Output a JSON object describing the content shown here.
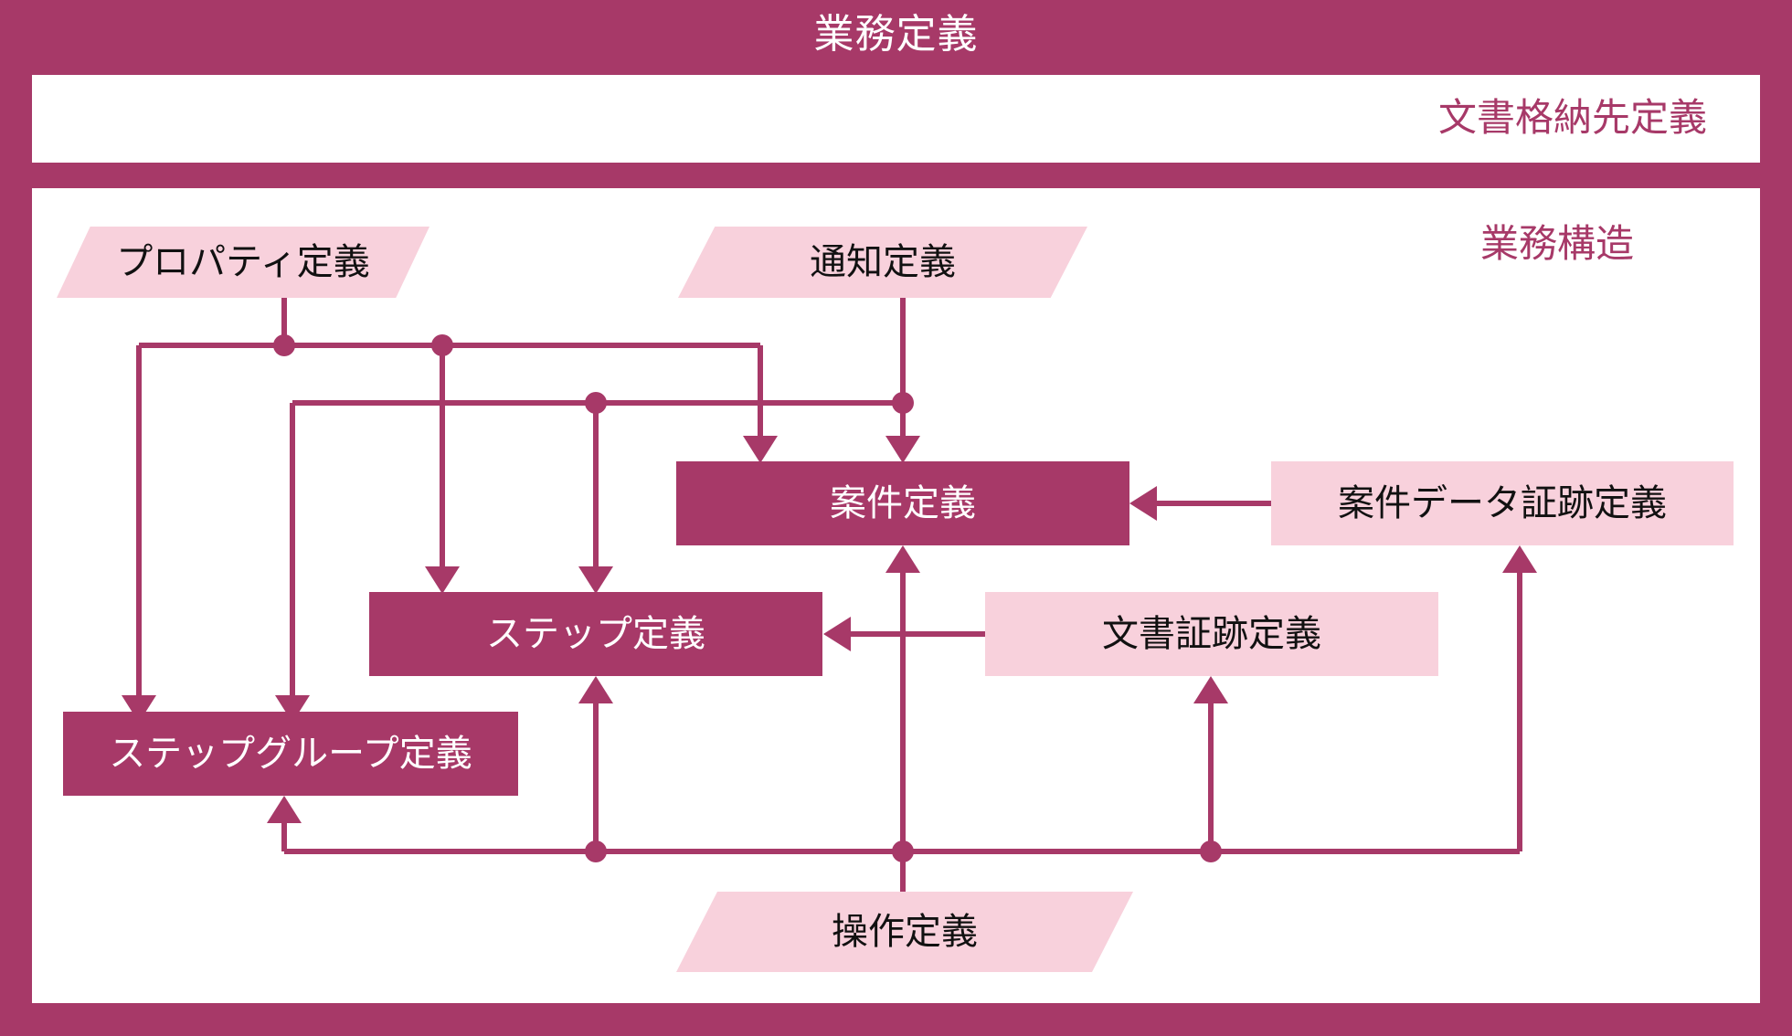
{
  "frame": {
    "title": "業務定義",
    "frame_color": "#A73968",
    "panel_color": "#FFFFFF"
  },
  "panels": {
    "storage": {
      "label": "文書格納先定義",
      "label_color": "#A73968"
    },
    "structure": {
      "label": "業務構造",
      "label_color": "#A73968"
    }
  },
  "nodes": {
    "property": {
      "label": "プロパティ定義",
      "shape": "parallelogram",
      "fill": "#F8D1DC",
      "text_color": "#111111"
    },
    "notification": {
      "label": "通知定義",
      "shape": "parallelogram",
      "fill": "#F8D1DC",
      "text_color": "#111111"
    },
    "case": {
      "label": "案件定義",
      "shape": "rectangle",
      "fill": "#A73968",
      "text_color": "#FFFFFF"
    },
    "case_data_trace": {
      "label": "案件データ証跡定義",
      "shape": "rectangle",
      "fill": "#F8D1DC",
      "text_color": "#111111"
    },
    "step": {
      "label": "ステップ定義",
      "shape": "rectangle",
      "fill": "#A73968",
      "text_color": "#FFFFFF"
    },
    "document_trace": {
      "label": "文書証跡定義",
      "shape": "rectangle",
      "fill": "#F8D1DC",
      "text_color": "#111111"
    },
    "step_group": {
      "label": "ステップグループ定義",
      "shape": "rectangle",
      "fill": "#A73968",
      "text_color": "#FFFFFF"
    },
    "operation": {
      "label": "操作定義",
      "shape": "parallelogram",
      "fill": "#F8D1DC",
      "text_color": "#111111"
    }
  },
  "connector": {
    "color": "#A73968",
    "stroke_width": 6
  },
  "edges": [
    {
      "from": "property",
      "to": "step_group"
    },
    {
      "from": "property",
      "to": "step"
    },
    {
      "from": "property",
      "to": "case"
    },
    {
      "from": "notification",
      "to": "case"
    },
    {
      "from": "operation",
      "to": "step_group"
    },
    {
      "from": "operation",
      "to": "step"
    },
    {
      "from": "operation",
      "to": "case"
    },
    {
      "from": "operation",
      "to": "document_trace"
    },
    {
      "from": "operation",
      "to": "case_data_trace"
    },
    {
      "from": "document_trace",
      "to": "step"
    },
    {
      "from": "case_data_trace",
      "to": "case"
    }
  ]
}
